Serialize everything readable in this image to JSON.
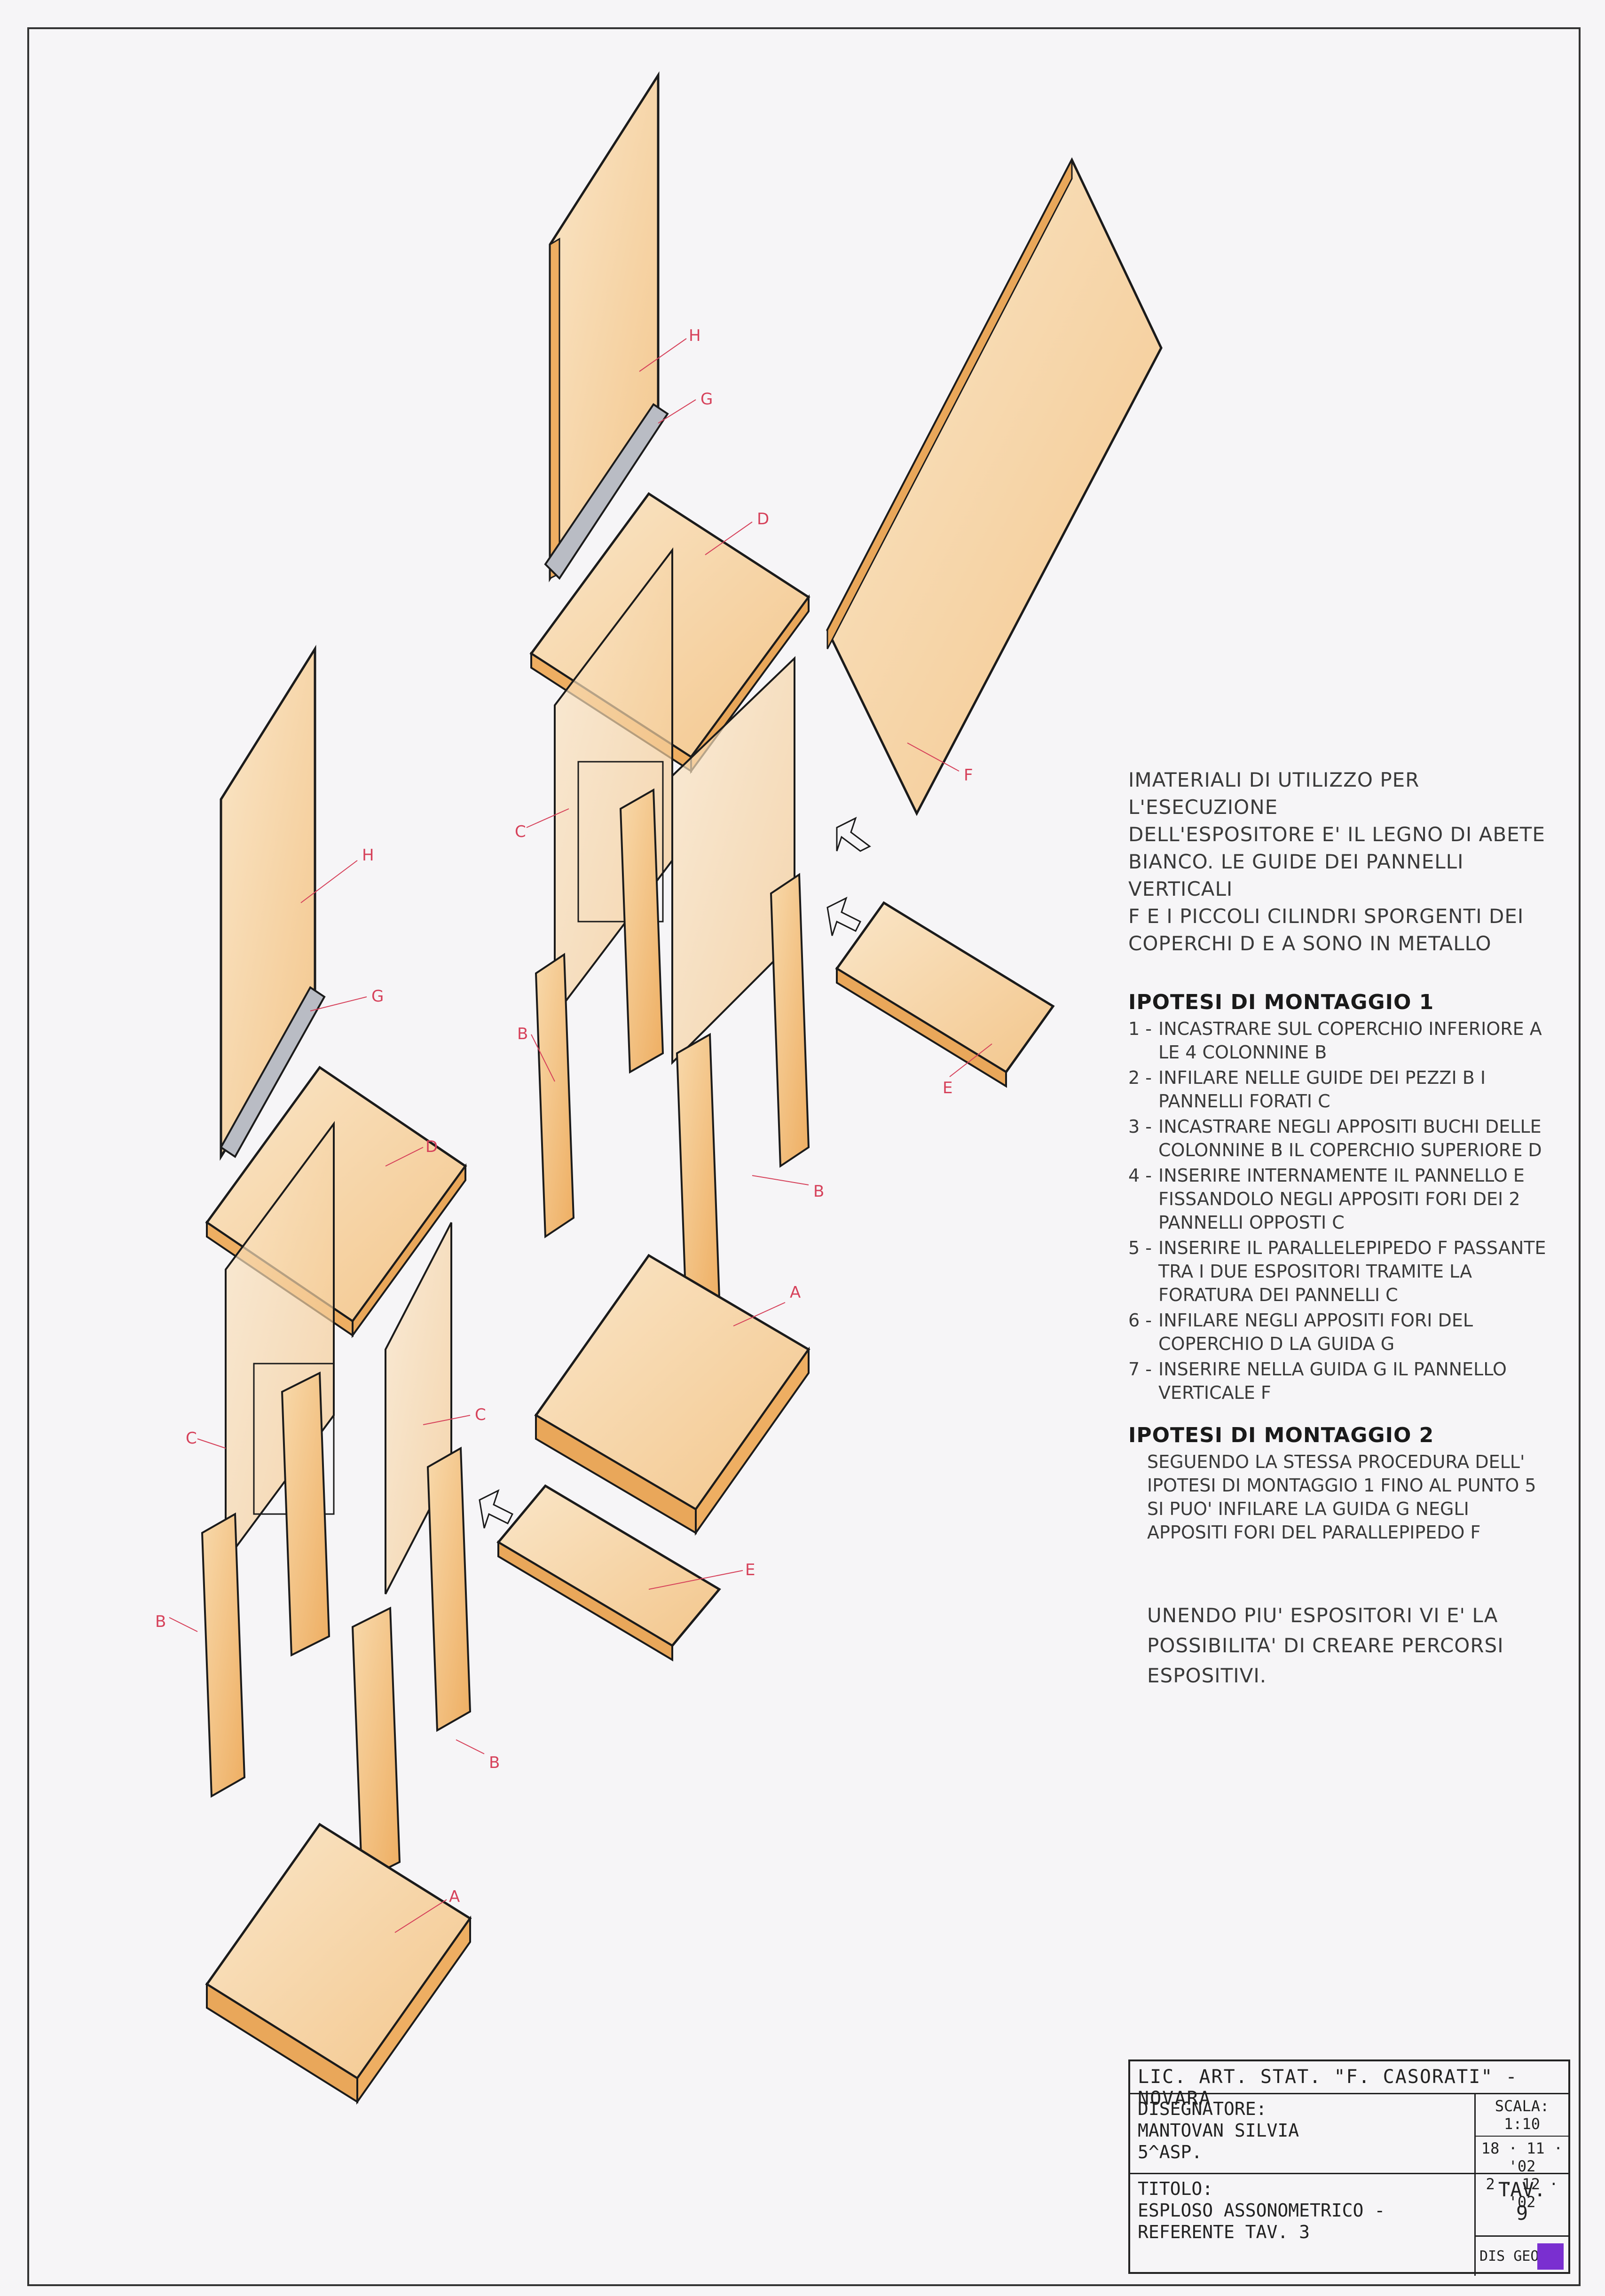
{
  "notes": {
    "intro": [
      "IMATERIALI DI UTILIZZO PER L'ESECUZIONE",
      "DELL'ESPOSITORE E' IL LEGNO DI ABETE",
      "BIANCO. LE GUIDE DEI PANNELLI VERTICALI",
      "F E I PICCOLI CILINDRI SPORGENTI DEI",
      "COPERCHI D E A SONO IN METALLO"
    ],
    "hypothesis1_title": "IPOTESI DI MONTAGGIO 1",
    "steps": [
      {
        "num": "1 -",
        "text": "INCASTRARE SUL COPERCHIO INFERIORE A LE 4 COLONNINE B"
      },
      {
        "num": "2 -",
        "text": "INFILARE NELLE GUIDE DEI PEZZI B I PANNELLI FORATI C"
      },
      {
        "num": "3 -",
        "text": "INCASTRARE NEGLI APPOSITI BUCHI DELLE COLONNINE B IL COPERCHIO SUPERIORE D"
      },
      {
        "num": "4 -",
        "text": "INSERIRE INTERNAMENTE IL PANNELLO E FISSANDOLO NEGLI APPOSITI FORI DEI 2 PANNELLI OPPOSTI C"
      },
      {
        "num": "5 -",
        "text": "INSERIRE IL PARALLELEPIPEDO F PASSANTE TRA I DUE ESPOSITORI TRAMITE LA FORATURA DEI PANNELLI C"
      },
      {
        "num": "6 -",
        "text": "INFILARE NEGLI APPOSITI FORI DEL COPERCHIO D LA GUIDA G"
      },
      {
        "num": "7 -",
        "text": "INSERIRE NELLA GUIDA G IL PANNELLO VERTICALE F"
      }
    ],
    "hypothesis2_title": "IPOTESI DI MONTAGGIO 2",
    "hypothesis2_text": "SEGUENDO LA STESSA PROCEDURA DELL' IPOTESI DI MONTAGGIO 1 FINO AL PUNTO 5 SI PUO' INFILARE LA GUIDA G NEGLI APPOSITI FORI DEL PARALLEPIPEDO F",
    "closing": "UNENDO PIU' ESPOSITORI VI E' LA POSSIBILITA' DI CREARE PERCORSI ESPOSITIVI."
  },
  "part_labels": {
    "a": "A",
    "b": "B",
    "c": "C",
    "d": "D",
    "e": "E",
    "f": "F",
    "g": "G",
    "h": "H"
  },
  "title_block": {
    "school": "LIC. ART. STAT. \"F. CASORATI\" - NOVARA",
    "drawer_label": "DISEGNATORE:",
    "drawer_name": "MANTOVAN SILVIA",
    "drawer_class": "5^ASP.",
    "scale": "SCALA: 1:10",
    "date1": "18 · 11 · '02",
    "date2": "2 · 12 · '02",
    "title_label": "TITOLO:",
    "title_line1": "ESPLOSO ASSONOMETRICO -",
    "title_line2": "REFERENTE TAV. 3",
    "tav_label": "TAV.",
    "tav_number": "9",
    "stamp": "DIS GEOM"
  },
  "colors": {
    "wood": "#f4c98f",
    "wood_dark": "#e9a75a",
    "ink": "#1b1b1b",
    "label_red": "#d6415a",
    "metal": "#b9bcc4"
  }
}
